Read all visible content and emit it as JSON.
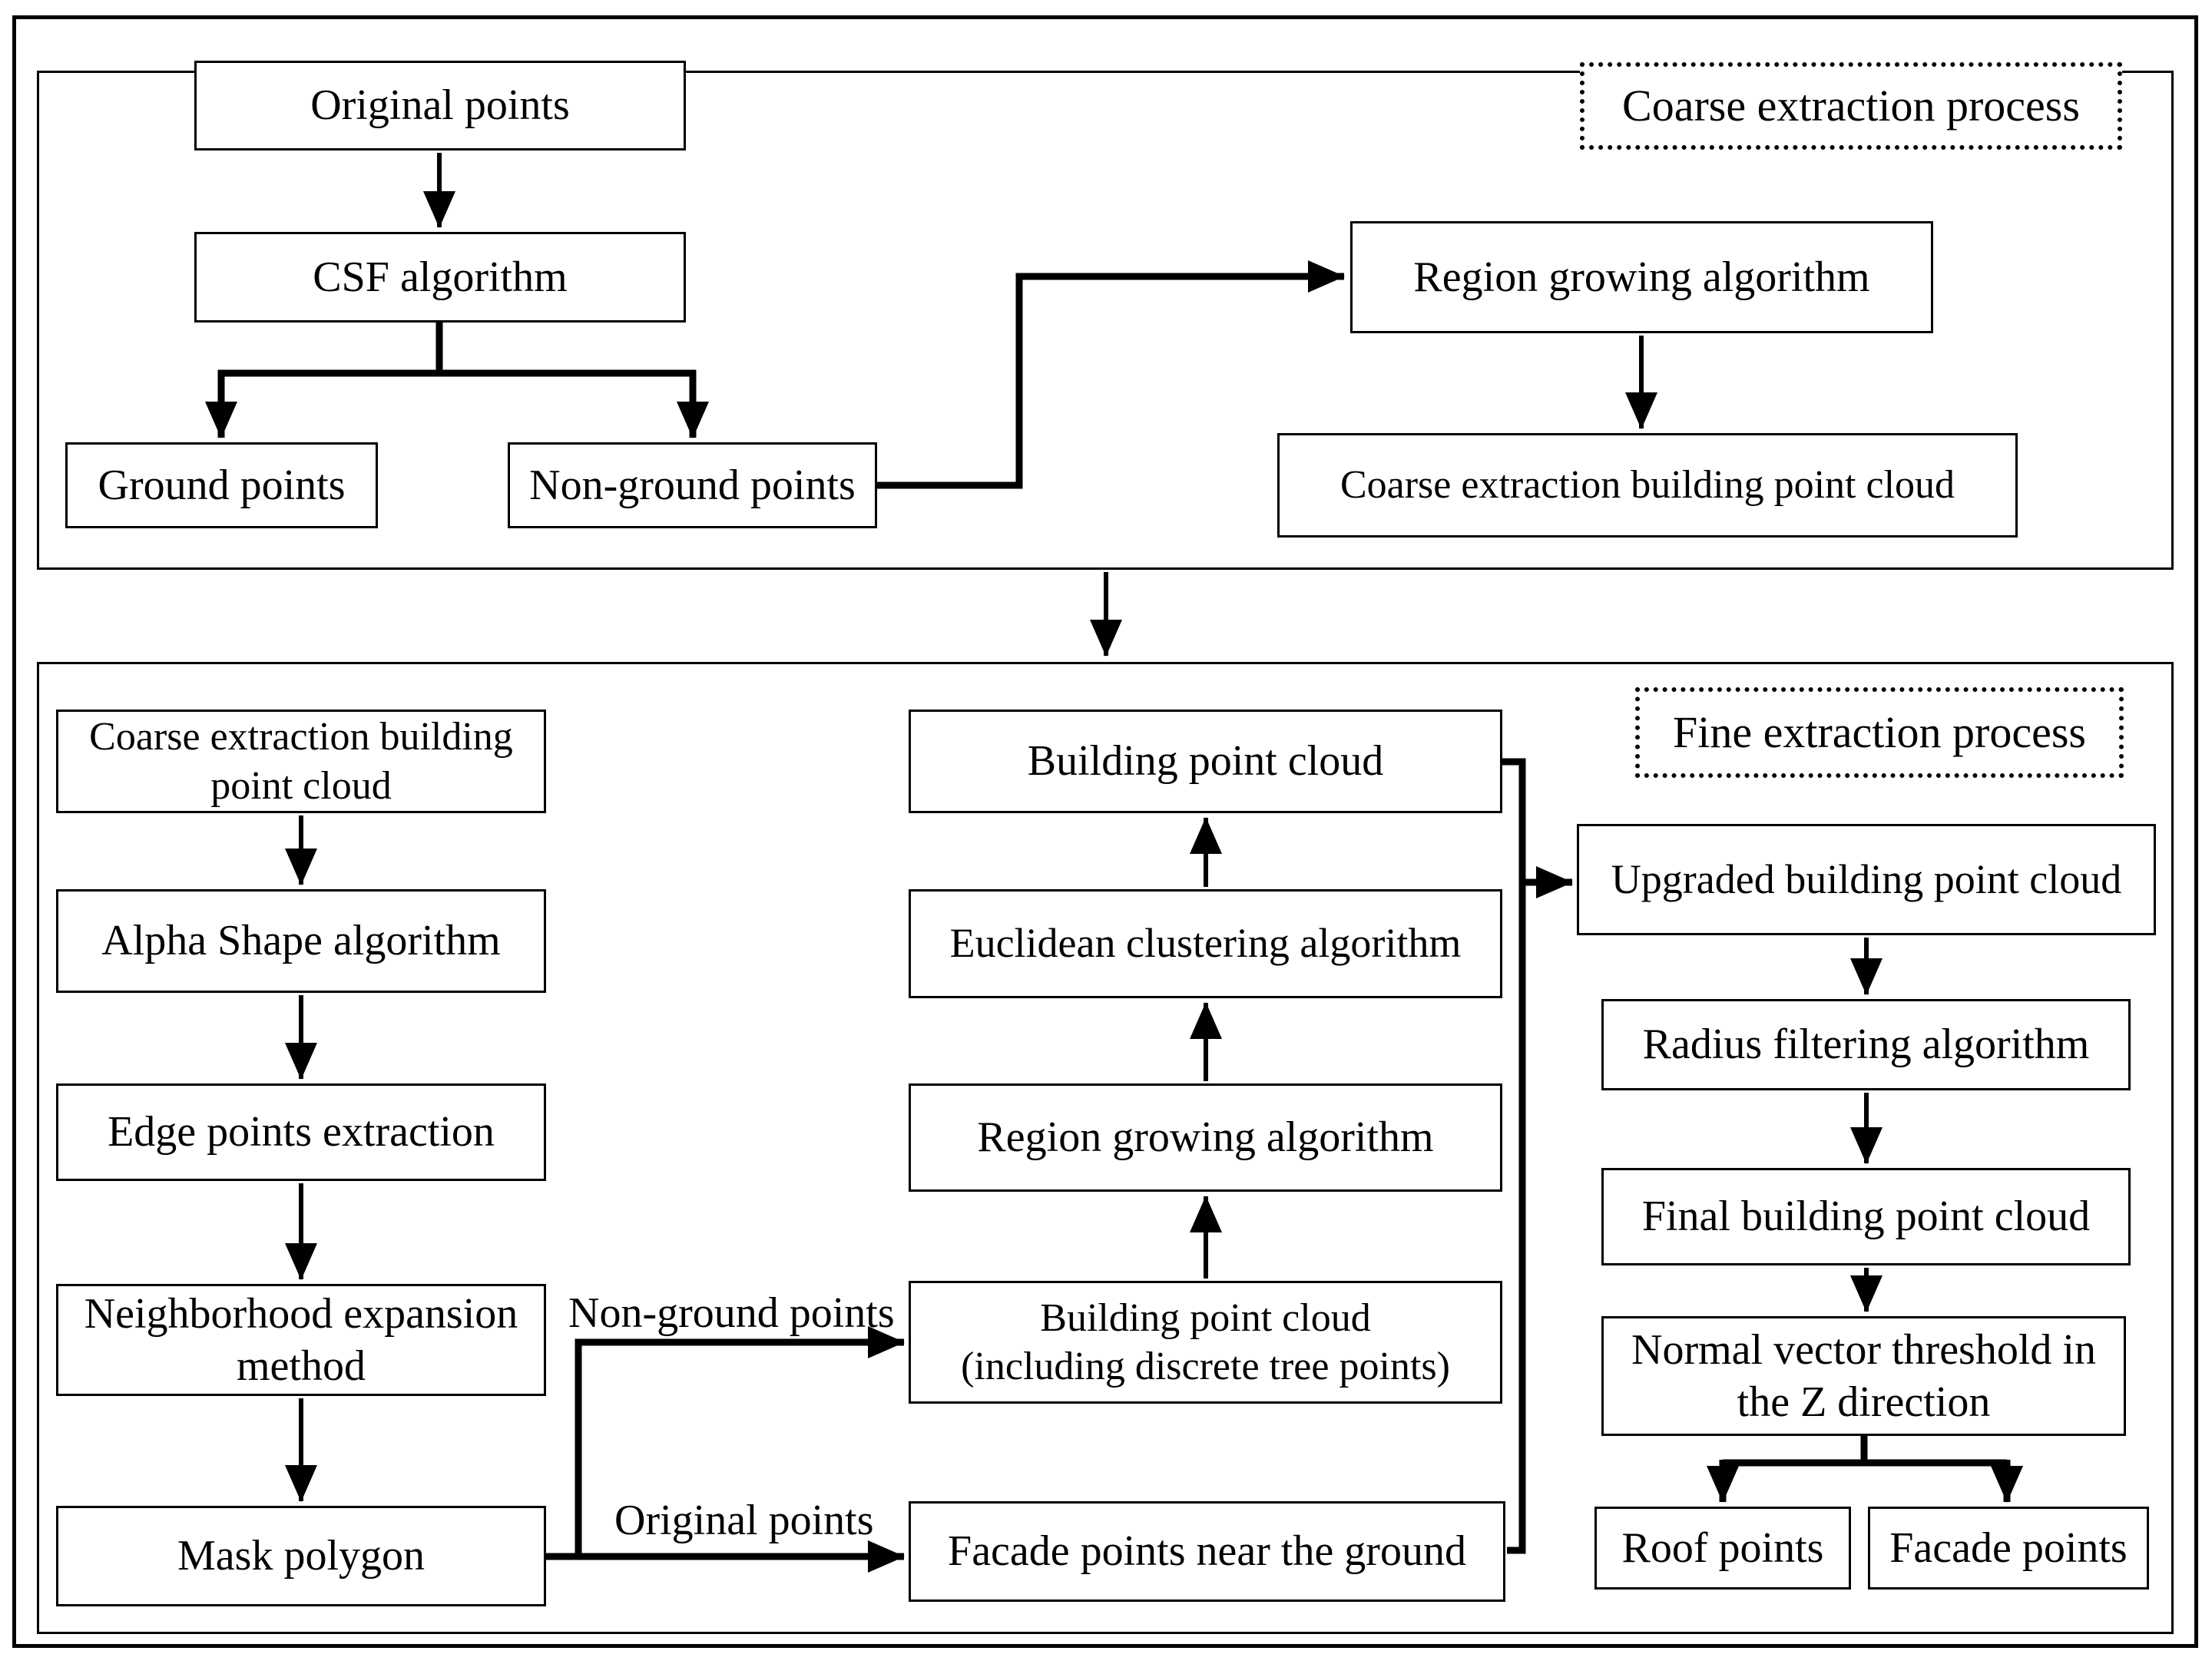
{
  "diagram": {
    "sections": {
      "coarse": {
        "title": "Coarse extraction process"
      },
      "fine": {
        "title": "Fine extraction process"
      }
    },
    "nodes": {
      "original_points": "Original points",
      "csf_algorithm": "CSF algorithm",
      "ground_points": "Ground points",
      "non_ground_points": "Non-ground points",
      "region_growing_coarse": "Region growing algorithm",
      "coarse_building_cloud": "Coarse extraction building point cloud",
      "coarse_building_cloud_input": "Coarse extraction building\npoint cloud",
      "alpha_shape": "Alpha Shape algorithm",
      "edge_points": "Edge points extraction",
      "neighborhood_expansion": "Neighborhood expansion\nmethod",
      "mask_polygon": "Mask polygon",
      "building_point_cloud": "Building point cloud",
      "euclidean_clustering": "Euclidean clustering algorithm",
      "region_growing_fine": "Region growing algorithm",
      "building_cloud_trees": "Building point cloud\n(including discrete tree points)",
      "facade_points_near_ground": "Facade points near the ground",
      "upgraded_building_cloud": "Upgraded building point cloud",
      "radius_filtering": "Radius filtering algorithm",
      "final_building_cloud": "Final building point cloud",
      "normal_vector_threshold": "Normal vector threshold in\nthe Z direction",
      "roof_points": "Roof points",
      "facade_points": "Facade points"
    },
    "edge_labels": {
      "non_ground": "Non-ground points",
      "original": "Original points"
    },
    "colors": {
      "line": "#000000",
      "background": "#ffffff"
    }
  }
}
